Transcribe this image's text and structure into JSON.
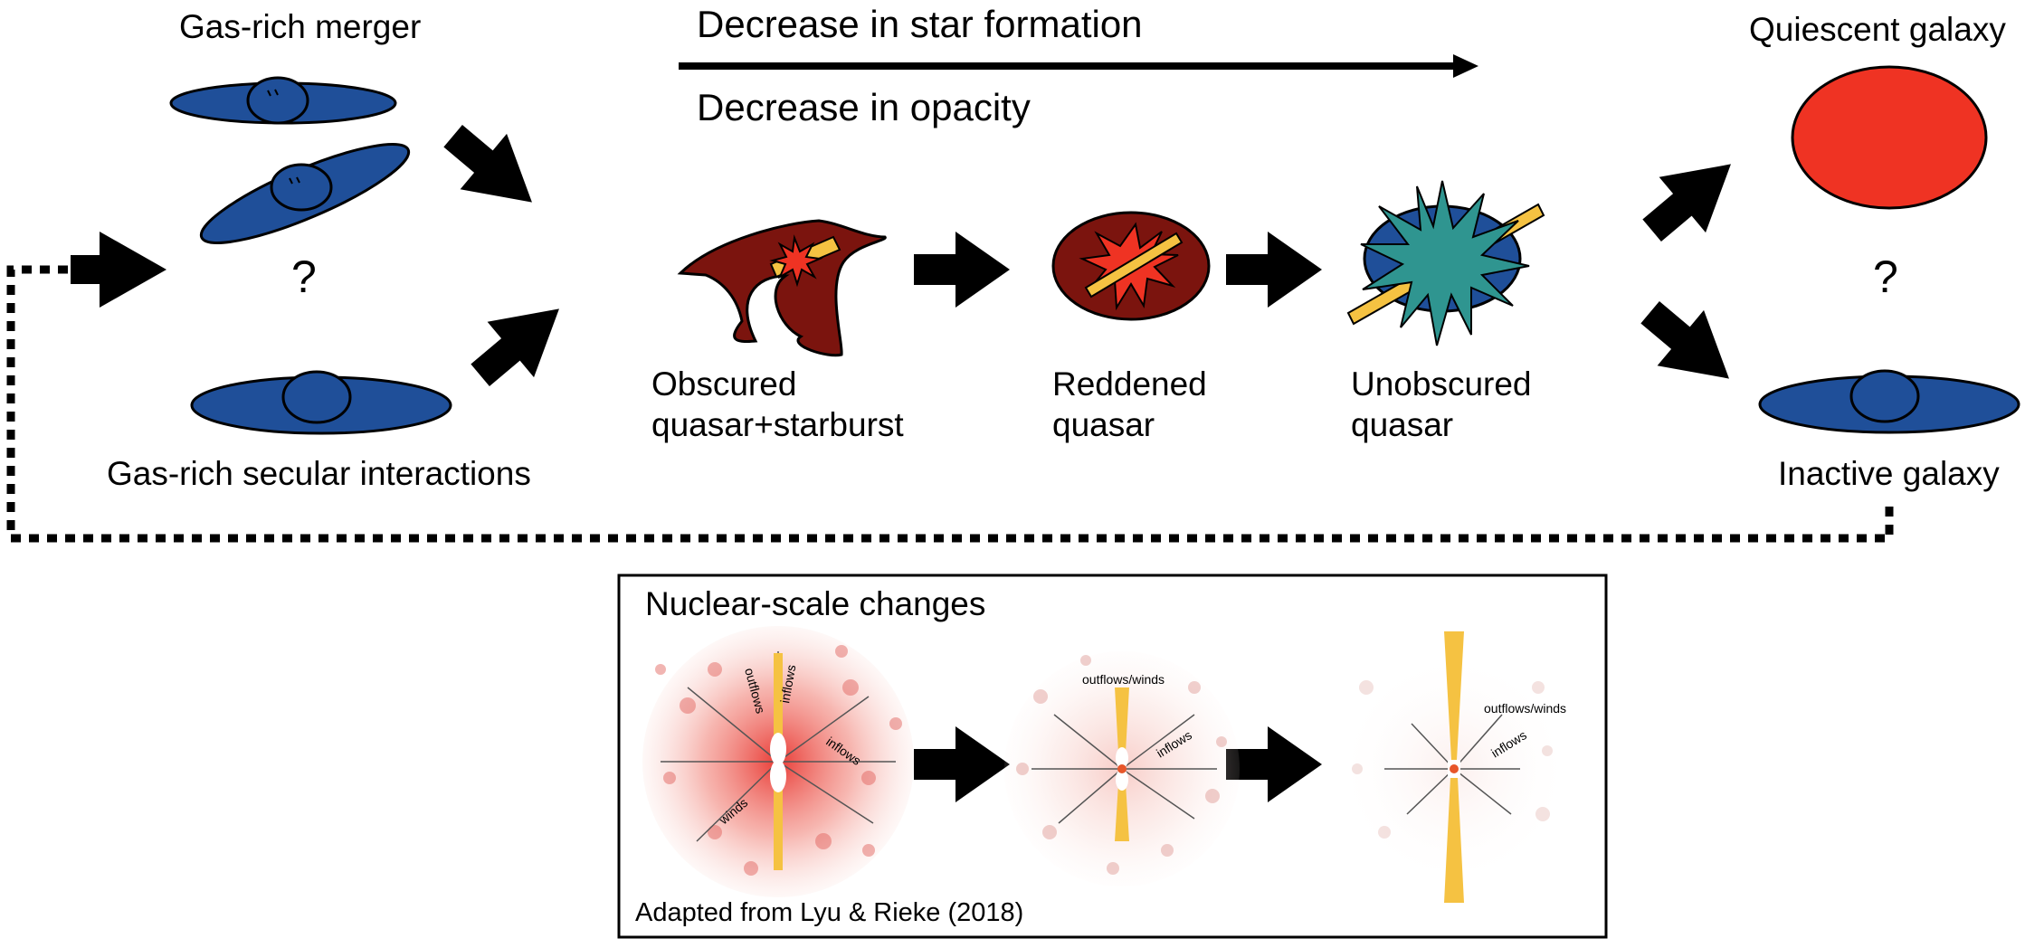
{
  "top": {
    "star_formation": "Decrease in star formation",
    "opacity": "Decrease in opacity"
  },
  "left": {
    "merger": "Gas-rich merger",
    "question": "?",
    "secular": "Gas-rich secular interactions"
  },
  "stages": [
    {
      "line1": "Obscured",
      "line2": "quasar+starburst"
    },
    {
      "line1": "Reddened",
      "line2": "quasar"
    },
    {
      "line1": "Unobscured",
      "line2": "quasar"
    }
  ],
  "right": {
    "quiescent": "Quiescent galaxy",
    "question": "?",
    "inactive": "Inactive galaxy"
  },
  "inset": {
    "title": "Nuclear-scale changes",
    "credit": "Adapted from Lyu & Rieke (2018)",
    "panel1": {
      "outflows": "outflows",
      "inflows_a": "inflows",
      "inflows_b": "inflows",
      "winds": "winds"
    },
    "panel2": {
      "outflows": "outflows/winds",
      "inflows": "inflows"
    },
    "panel3": {
      "outflows": "outflows/winds",
      "inflows": "inflows"
    }
  },
  "colors": {
    "galaxy_blue": "#1f4f99",
    "quasar_red": "#ef3323",
    "dark_red": "#7b140e",
    "jet_yellow": "#f5c242",
    "teal": "#2f9590"
  }
}
